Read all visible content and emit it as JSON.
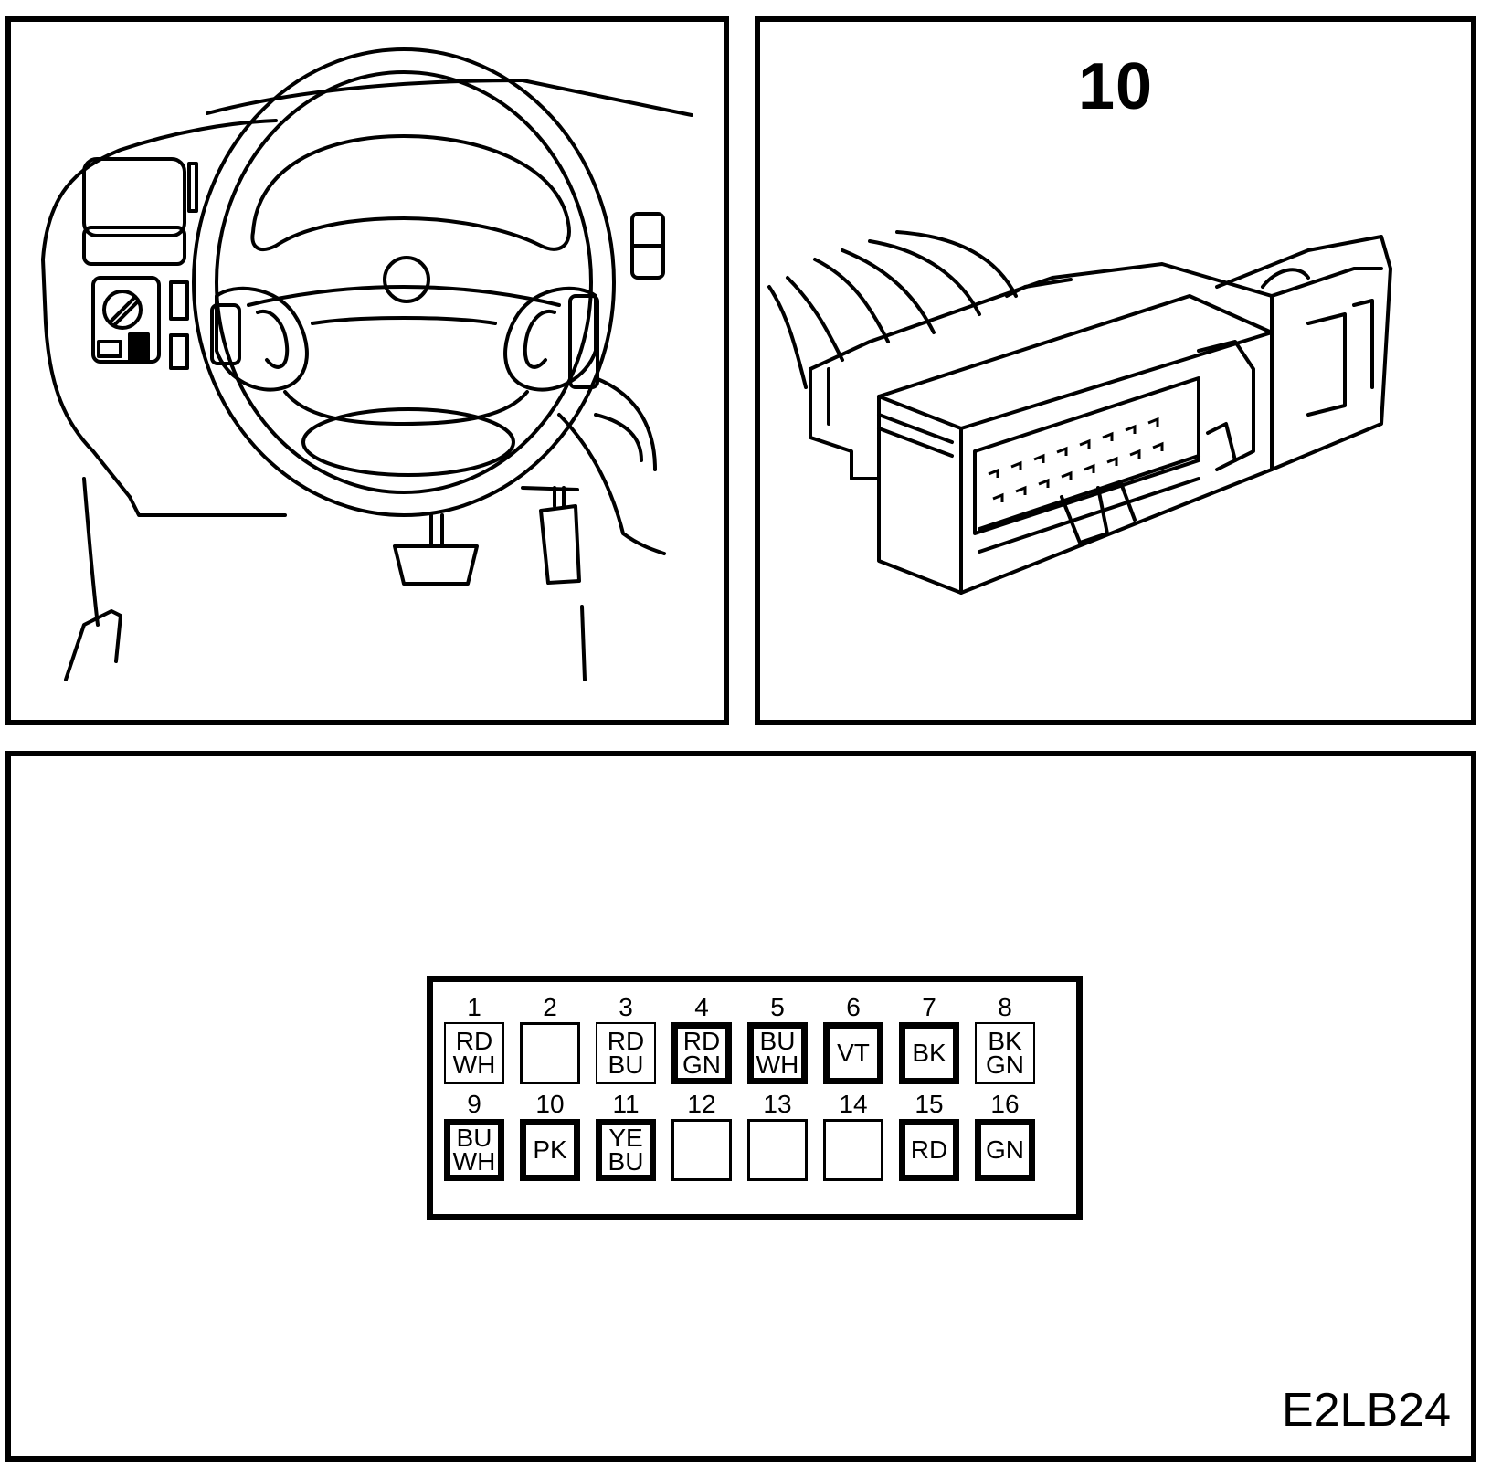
{
  "connector": {
    "number": "10",
    "rows": [
      [
        {
          "pin": "1",
          "wire": [
            "RD",
            "WH"
          ],
          "border": "thin"
        },
        {
          "pin": "2",
          "wire": [],
          "border": "empty"
        },
        {
          "pin": "3",
          "wire": [
            "RD",
            "BU"
          ],
          "border": "thin"
        },
        {
          "pin": "4",
          "wire": [
            "RD",
            "GN"
          ],
          "border": "thick"
        },
        {
          "pin": "5",
          "wire": [
            "BU",
            "WH"
          ],
          "border": "thick"
        },
        {
          "pin": "6",
          "wire": [
            "VT"
          ],
          "border": "thick"
        },
        {
          "pin": "7",
          "wire": [
            "BK"
          ],
          "border": "thick"
        },
        {
          "pin": "8",
          "wire": [
            "BK",
            "GN"
          ],
          "border": "thin"
        }
      ],
      [
        {
          "pin": "9",
          "wire": [
            "BU",
            "WH"
          ],
          "border": "thick"
        },
        {
          "pin": "10",
          "wire": [
            "PK"
          ],
          "border": "thick"
        },
        {
          "pin": "11",
          "wire": [
            "YE",
            "BU"
          ],
          "border": "thick"
        },
        {
          "pin": "12",
          "wire": [],
          "border": "empty"
        },
        {
          "pin": "13",
          "wire": [],
          "border": "empty"
        },
        {
          "pin": "14",
          "wire": [],
          "border": "empty"
        },
        {
          "pin": "15",
          "wire": [
            "RD"
          ],
          "border": "thick"
        },
        {
          "pin": "16",
          "wire": [
            "GN"
          ],
          "border": "thick"
        }
      ]
    ]
  },
  "figure_id": "E2LB24"
}
